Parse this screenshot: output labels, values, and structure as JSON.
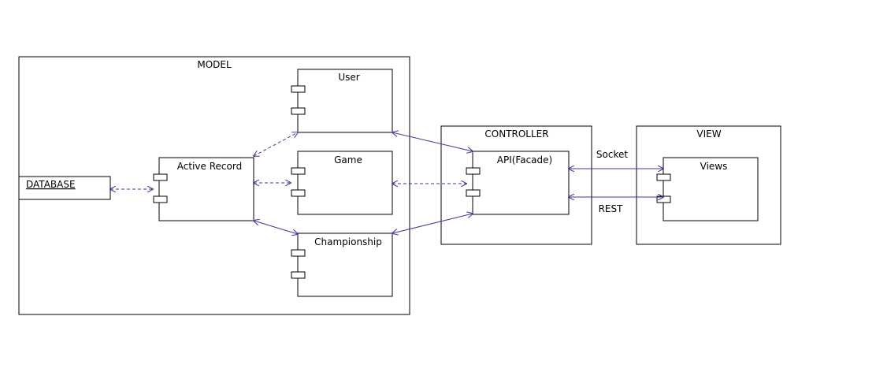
{
  "colors": {
    "line": "#000000",
    "connector": "#3a3aa0",
    "background": "#ffffff"
  },
  "packages": {
    "model": "MODEL",
    "controller": "CONTROLLER",
    "view": "VIEW"
  },
  "components": {
    "database": "DATABASE",
    "active_record": "Active Record",
    "user": "User",
    "game": "Game",
    "championship": "Championship",
    "api": "API(Facade)",
    "views": "Views"
  },
  "connector_labels": {
    "socket": "Socket",
    "rest": "REST"
  }
}
